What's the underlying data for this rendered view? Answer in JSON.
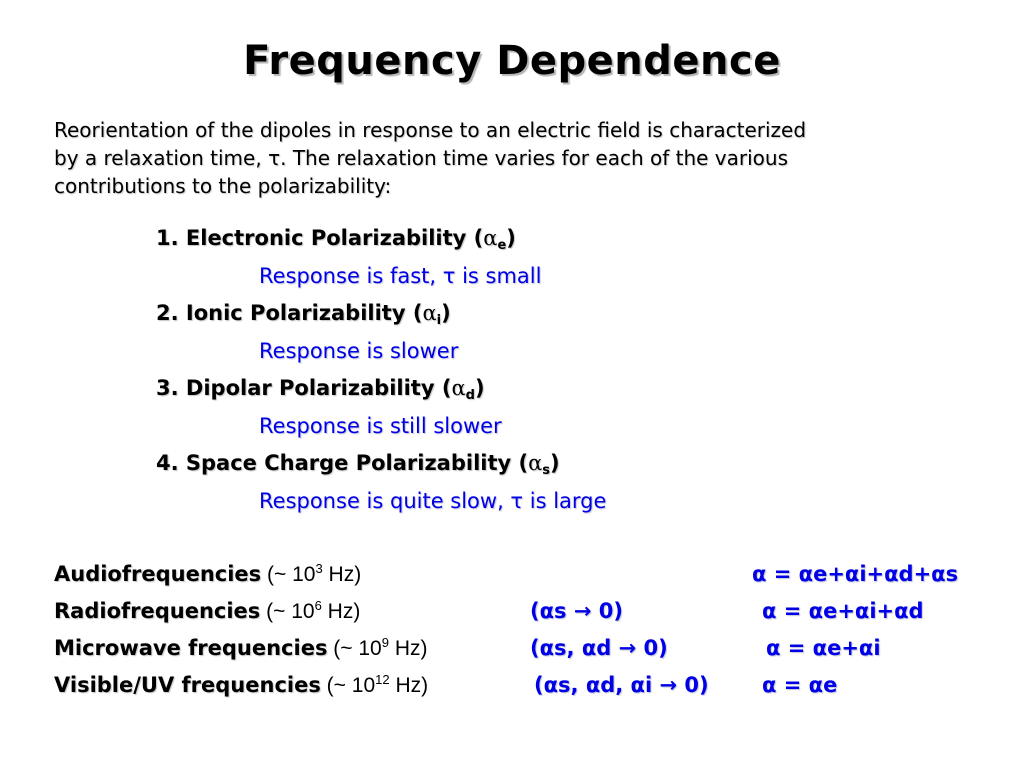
{
  "slide": {
    "title": "Frequency Dependence",
    "intro": {
      "line1": "Reorientation of the dipoles in response to an electric field is characterized",
      "line2": "by a relaxation time, τ.  The relaxation time varies for each of the various",
      "line3": "contributions to the polarizability:"
    },
    "items": [
      {
        "label": "1. Electronic Polarizability (",
        "symbol": "α",
        "sub": "e",
        "close": ")",
        "response": "Response is fast, τ is small"
      },
      {
        "label": "2. Ionic Polarizability (",
        "symbol": "α",
        "sub": "i",
        "close": ")",
        "response": "Response is slower"
      },
      {
        "label": "3. Dipolar Polarizability (",
        "symbol": "α",
        "sub": "d",
        "close": ")",
        "response": "Response is still slower"
      },
      {
        "label": "4. Space Charge Polarizability (",
        "symbol": "α",
        "sub": "s",
        "close": ")",
        "response": "Response is quite slow, τ is large"
      }
    ],
    "frequencies": [
      {
        "name": "Audiofrequencies",
        "value_prefix": " (~ 10",
        "exponent": "3",
        "value_suffix": " Hz)",
        "condition": "",
        "equation": "α = αe+αi+αd+αs"
      },
      {
        "name": "Radiofrequencies",
        "value_prefix": " (~ 10",
        "exponent": "6",
        "value_suffix": " Hz)",
        "condition": "(αs → 0)",
        "equation": "α = αe+αi+αd"
      },
      {
        "name": "Microwave frequencies",
        "value_prefix": " (~ 10",
        "exponent": "9",
        "value_suffix": " Hz)",
        "condition": "(αs, αd → 0)",
        "equation": "α = αe+αi"
      },
      {
        "name": "Visible/UV frequencies",
        "value_prefix": " (~ 10",
        "exponent": "12",
        "value_suffix": " Hz)",
        "condition": "(αs, αd, αi → 0)",
        "equation": "α = αe"
      }
    ],
    "colors": {
      "text": "#000000",
      "accent": "#0000e6",
      "background": "#ffffff"
    }
  }
}
